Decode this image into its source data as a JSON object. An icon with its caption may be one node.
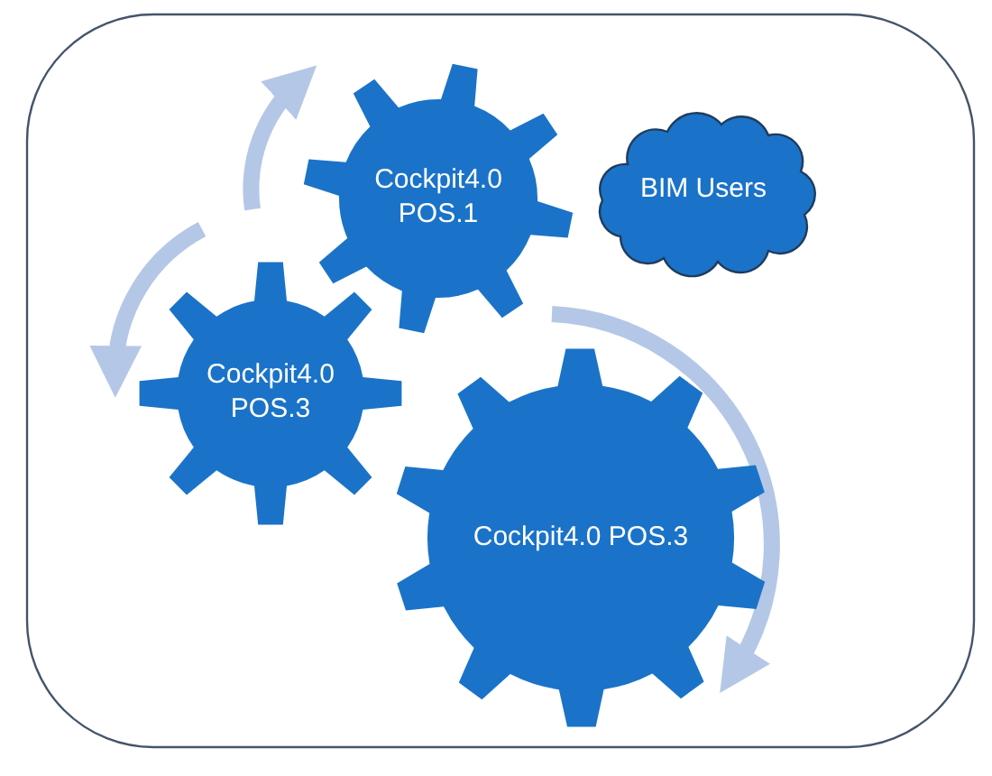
{
  "diagram": {
    "nodes": [
      {
        "text": [
          "Cockpit4.0 POS.1"
        ]
      },
      {
        "text": [
          "BIM Users"
        ]
      },
      {
        "text": [
          "Cockpit4.0 POS.3"
        ]
      },
      {
        "text": [
          "Cockpit4.0 POS.3"
        ]
      }
    ]
  }
}
